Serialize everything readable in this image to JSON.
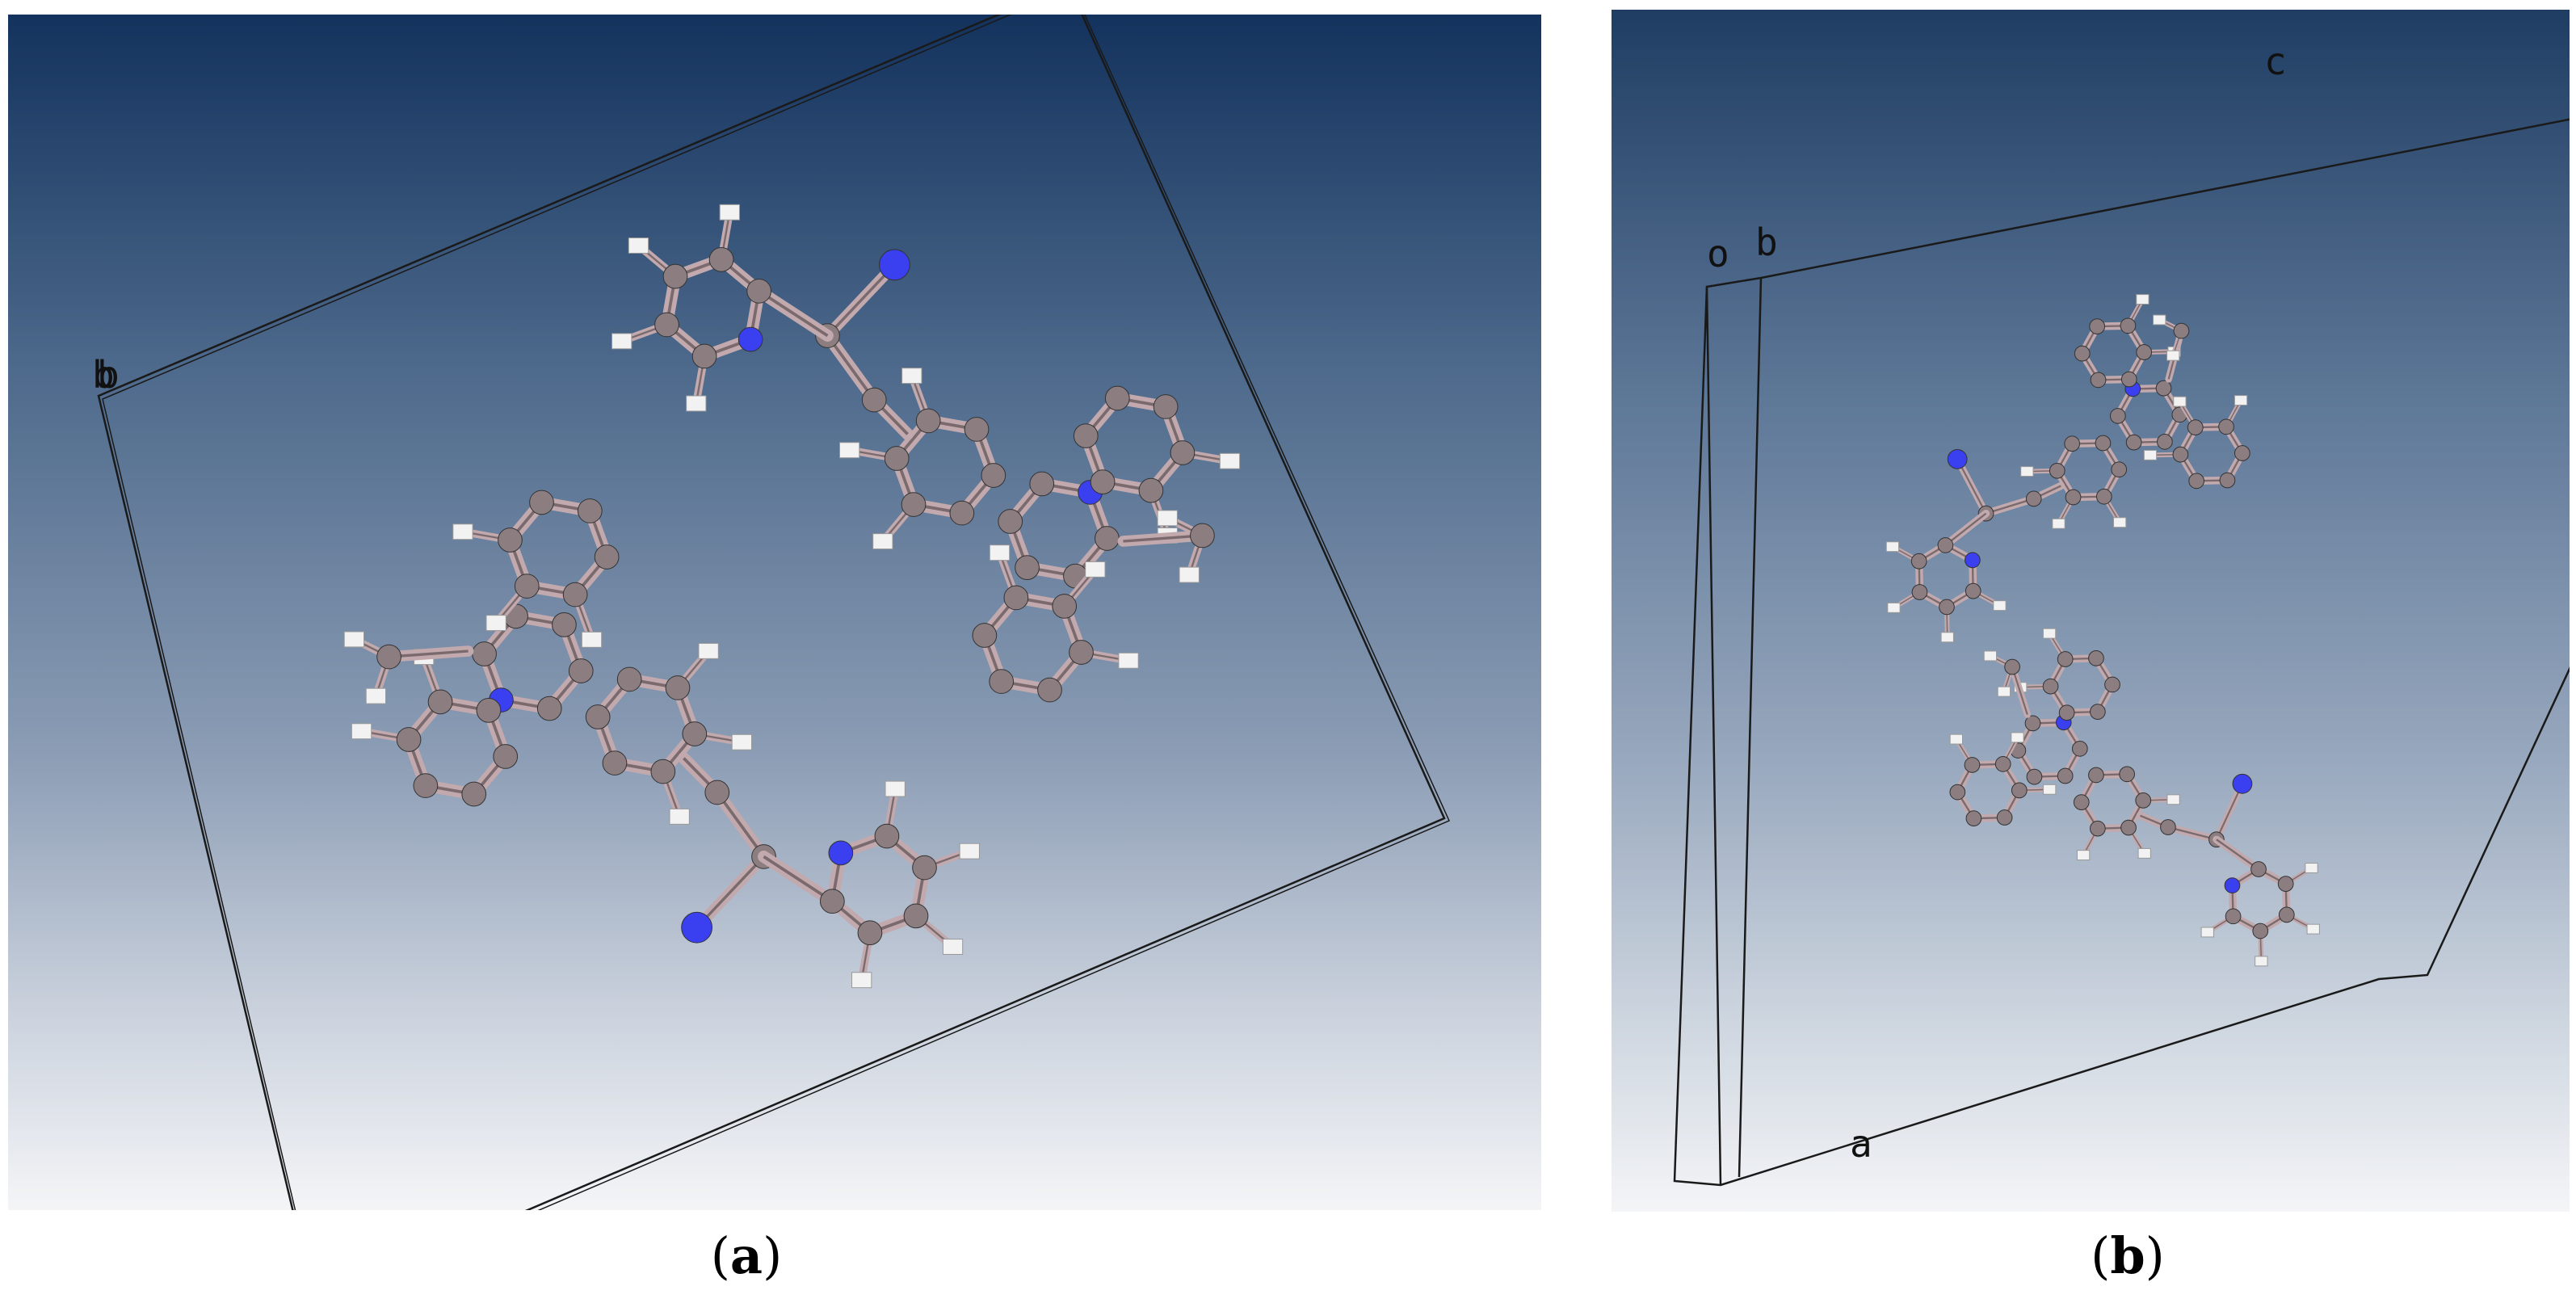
{
  "panels": [
    {
      "caption_open": "(",
      "caption_letter": "a",
      "caption_close": ")",
      "axis_labels": {
        "origin_overlap": "b"
      }
    },
    {
      "caption_open": "(",
      "caption_letter": "b",
      "caption_close": ")",
      "axis_labels": {
        "origin": "o",
        "b": "b",
        "c": "c",
        "a": "a"
      }
    }
  ],
  "colors": {
    "carbon": "#8c7e80",
    "bond": "#c2a9ad",
    "nitrogen": "#3a3ff0",
    "hydrogen": "#f2f2f2",
    "cell_edge": "#1a1a1a"
  }
}
